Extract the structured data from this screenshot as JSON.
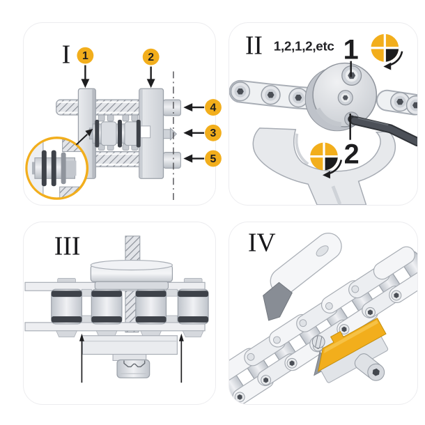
{
  "colors": {
    "accent_yellow": "#F2AE1C",
    "ink": "#1D1D1F",
    "metal_light": "#EFF0F3",
    "metal_mid": "#D5D8DD",
    "metal_dark": "#A9AEB6",
    "dark_part": "#3E4249",
    "panel_border": "#ECECEF"
  },
  "icons": {
    "quarter_turn": "quarter-turn-rotation-icon",
    "magnifier": "detail-magnifier-circle"
  },
  "panel_1": {
    "numeral": "I",
    "badge_1": "1",
    "badge_2": "2",
    "badge_3": "3",
    "badge_4": "4",
    "badge_5": "5"
  },
  "panel_2": {
    "numeral": "II",
    "sequence_label": "1,2,1,2,etc",
    "step_1": "1",
    "step_2": "2"
  },
  "panel_3": {
    "numeral": "III"
  },
  "panel_4": {
    "numeral": "IV"
  }
}
